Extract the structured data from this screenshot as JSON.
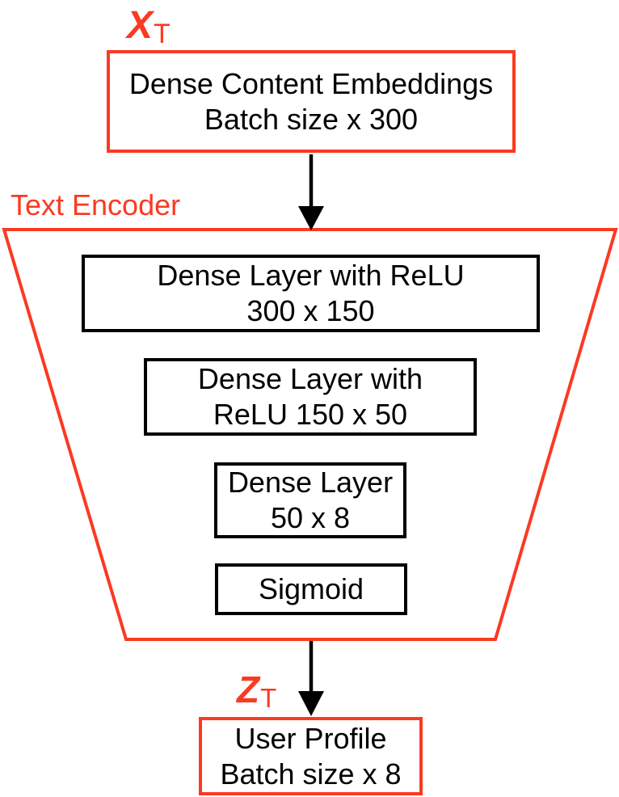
{
  "colors": {
    "accent_red": "#fa3a22",
    "ink_black": "#000000"
  },
  "diagram": {
    "input_label": {
      "variable": "X",
      "subscript": "T"
    },
    "input_box": {
      "text": "Dense Content Embeddings\nBatch size x 300"
    },
    "encoder_label": "Text Encoder",
    "encoder_layers": [
      {
        "text": "Dense Layer with ReLU\n300 x 150"
      },
      {
        "text": "Dense Layer with\nReLU 150 x 50"
      },
      {
        "text": "Dense Layer\n50 x 8"
      },
      {
        "text": "Sigmoid"
      }
    ],
    "output_label": {
      "variable": "Z",
      "subscript": "T"
    },
    "output_box": {
      "text": "User Profile\nBatch size x 8"
    }
  }
}
